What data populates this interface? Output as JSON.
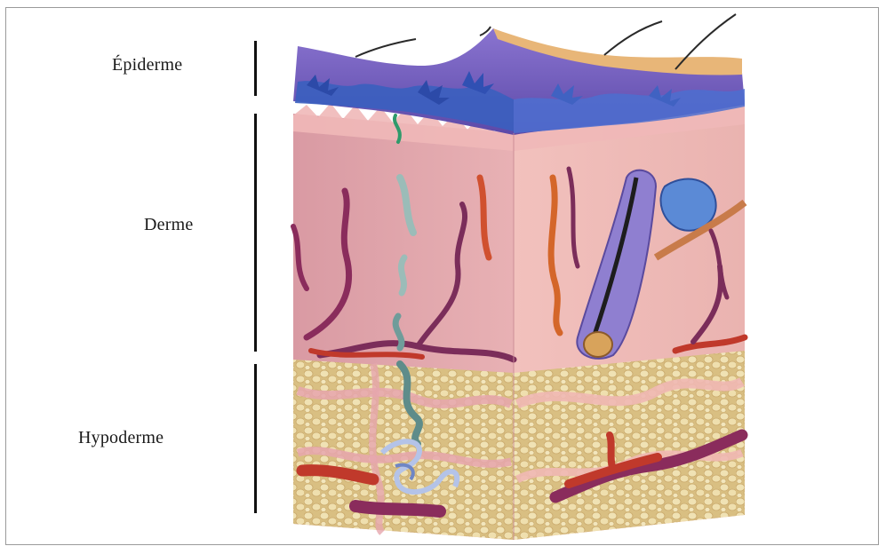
{
  "labels": {
    "epiderme": "Épiderme",
    "derme": "Derme",
    "hypoderme": "Hypoderme"
  },
  "colors": {
    "epidermis_purple": "#6a55b5",
    "epidermis_blue": "#3d6ec2",
    "skin_surface": "#e9b877",
    "dermis_pink": "#dfa0a8",
    "fat_yellow": "#e8d6a2",
    "artery_red": "#c0392b",
    "vein_purple": "#7b2d5a",
    "nerve_teal": "#7aa6a4"
  }
}
